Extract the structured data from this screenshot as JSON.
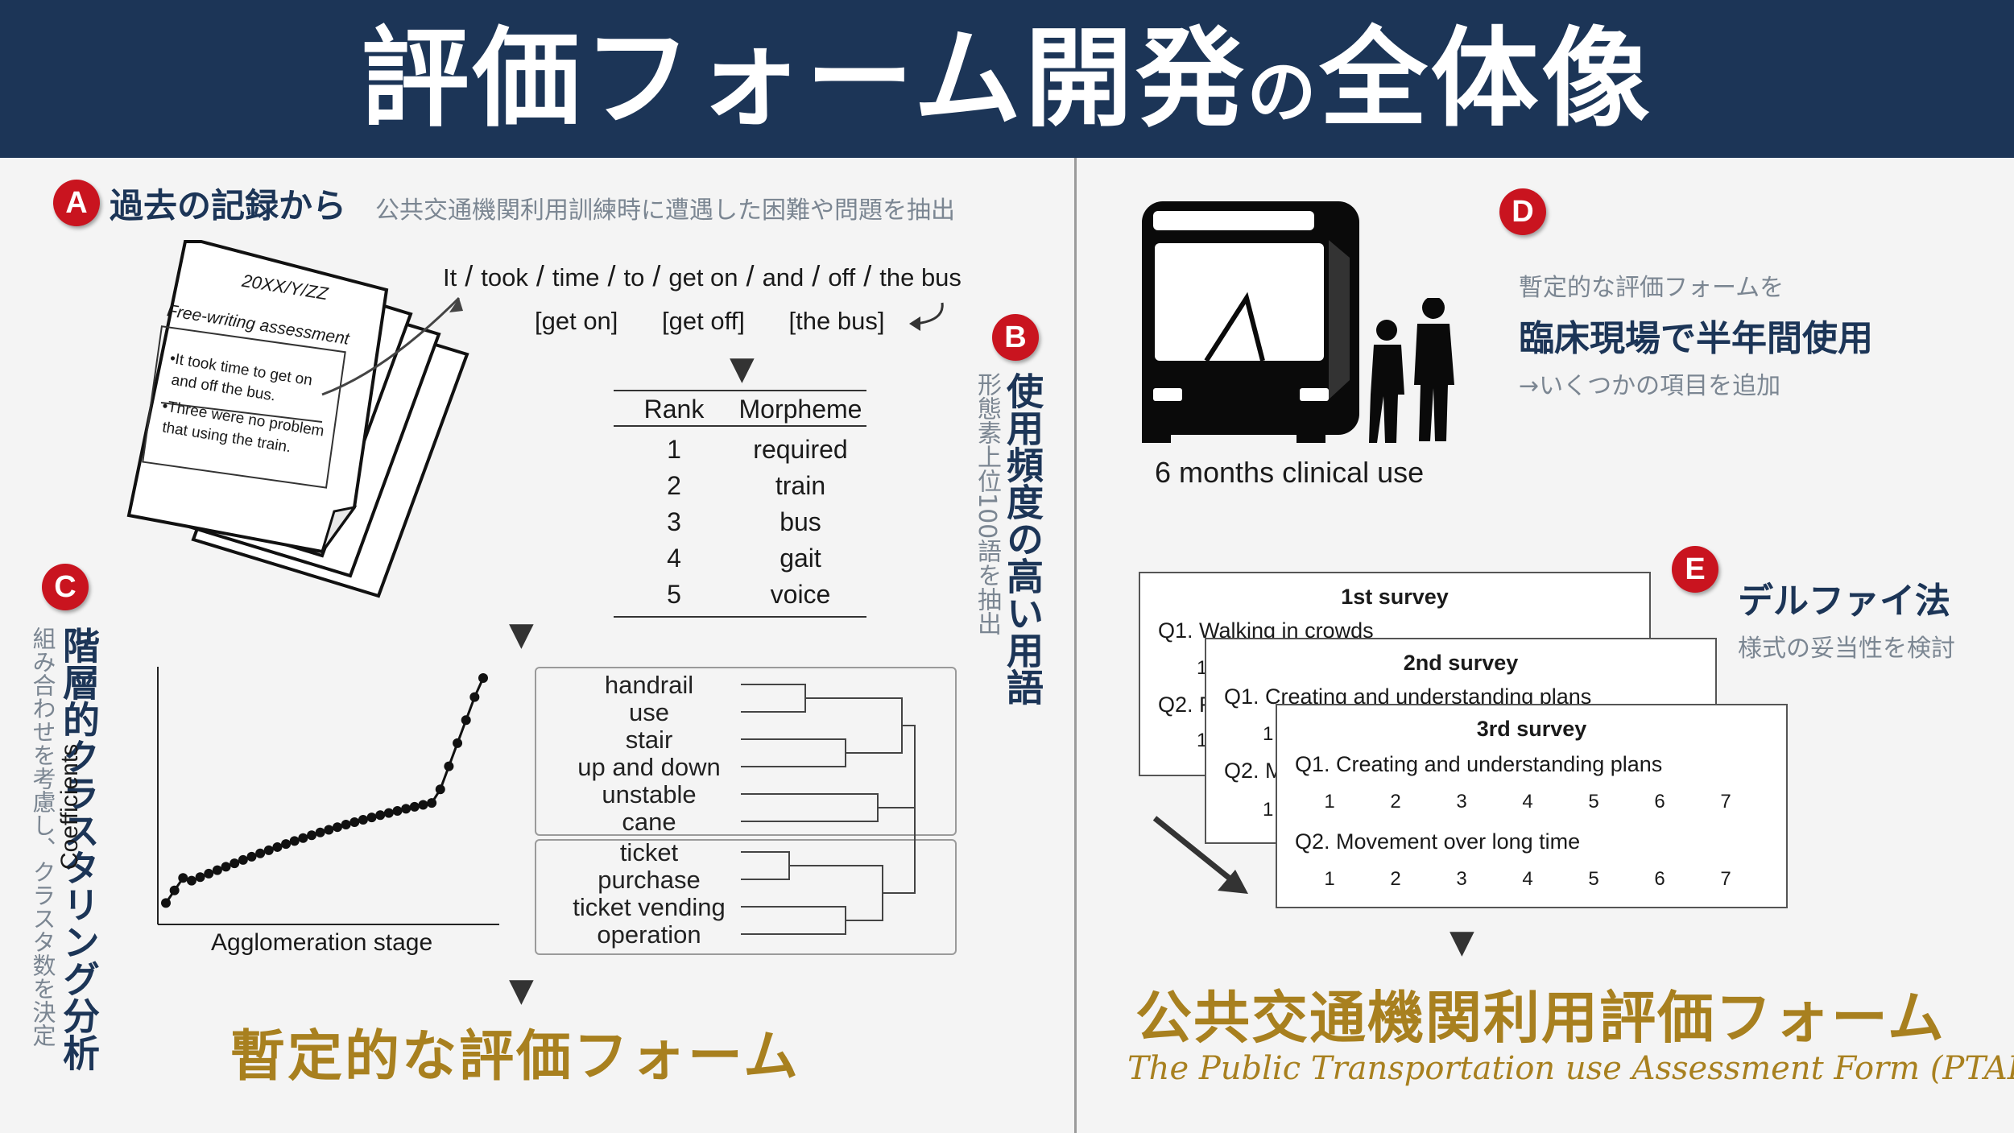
{
  "header": {
    "title_part1": "評価フォーム開発",
    "title_small": "の",
    "title_part2": "全体像",
    "bg": "#1c3557"
  },
  "sectionA": {
    "badge": "A",
    "title": "過去の記録から",
    "subtitle": "公共交通機関利用訓練時に遭遇した困難や問題を抽出",
    "doc": {
      "date": "20XX/Y/ZZ",
      "heading": "Free-writing assessment",
      "line1": "•It took time to get on",
      "line2": "and off the bus.",
      "line3": "•Three were no problem",
      "line4": "that using the train."
    },
    "sentence_tokens": [
      "It",
      "took",
      "time",
      "to",
      "get on",
      "and",
      "off",
      "the bus"
    ],
    "phrases": [
      "[get on]",
      "[get off]",
      "[the bus]"
    ]
  },
  "sectionB": {
    "badge": "B",
    "title": "使用頻度の高い用語",
    "subtitle": "形態素上位100語を抽出",
    "table": {
      "headers": [
        "Rank",
        "Morpheme"
      ],
      "rows": [
        [
          "1",
          "required"
        ],
        [
          "2",
          "train"
        ],
        [
          "3",
          "bus"
        ],
        [
          "4",
          "gait"
        ],
        [
          "5",
          "voice"
        ]
      ]
    }
  },
  "sectionC": {
    "badge": "C",
    "title": "階層的クラスタリング分析",
    "subtitle": "組み合わせを考慮し、クラスタ数を決定",
    "chart": {
      "xlabel": "Agglomeration stage",
      "ylabel": "Coefficients"
    },
    "cluster1": [
      "handrail",
      "use",
      "stair",
      "up and down",
      "unstable",
      "cane"
    ],
    "cluster2": [
      "ticket",
      "purchase",
      "ticket vending",
      "operation"
    ],
    "result": "暫定的な評価フォーム"
  },
  "sectionD": {
    "badge": "D",
    "caption": "6 months clinical use",
    "line1": "暫定的な評価フォームを",
    "line2": "臨床現場で半年間使用",
    "line3": "→いくつかの項目を追加"
  },
  "sectionE": {
    "badge": "E",
    "title": "デルファイ法",
    "subtitle": "様式の妥当性を検討",
    "survey1": {
      "title": "1st survey",
      "q1": "Q1. Walking in crowds",
      "q2": "Q2. F",
      "n": "1"
    },
    "survey2": {
      "title": "2nd survey",
      "q1": "Q1. Creating and understanding plans",
      "q2": "Q2. M",
      "n": "1"
    },
    "survey3": {
      "title": "3rd survey",
      "q1": "Q1. Creating and understanding plans",
      "q2": "Q2. Movement over long time",
      "scale": [
        "1",
        "2",
        "3",
        "4",
        "5",
        "6",
        "7"
      ]
    },
    "final_jp": "公共交通機関利用評価フォーム",
    "final_en": "The Public Transportation use Assessment Form (PTAF)"
  },
  "colors": {
    "accent_red": "#c9141f",
    "navy": "#1c3557",
    "gold": "#a8801f",
    "gray_text": "#7b8692"
  }
}
